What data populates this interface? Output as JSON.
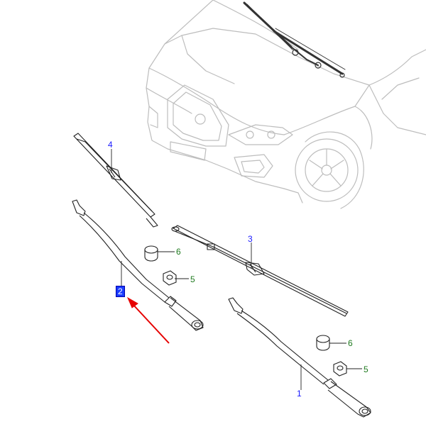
{
  "colors": {
    "line_art": "#222222",
    "car_outline": "#bdbdbd",
    "callout_blue": "#1a1aff",
    "callout_green": "#1f7a1f",
    "selection_bg": "#1a3cff",
    "pointer_arrow": "#e60000"
  },
  "callouts": {
    "c1": "1",
    "c2": "2",
    "c3": "3",
    "c4": "4",
    "c5a": "5",
    "c5b": "5",
    "c6a": "6",
    "c6b": "6"
  },
  "selected_callout": "2"
}
